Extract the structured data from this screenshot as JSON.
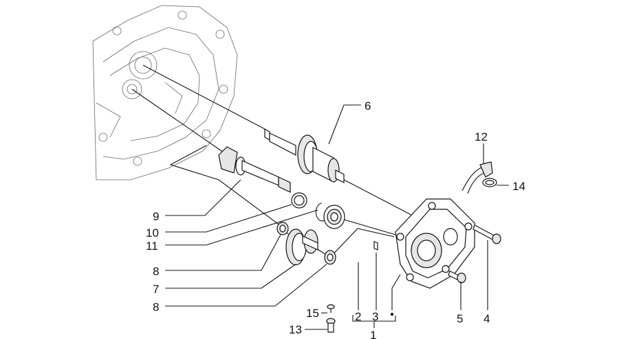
{
  "callouts": [
    "1",
    "2",
    "3",
    "4",
    "5",
    "6",
    "7",
    "8",
    "8",
    "9",
    "10",
    "11",
    "12",
    "13",
    "14",
    "15"
  ]
}
